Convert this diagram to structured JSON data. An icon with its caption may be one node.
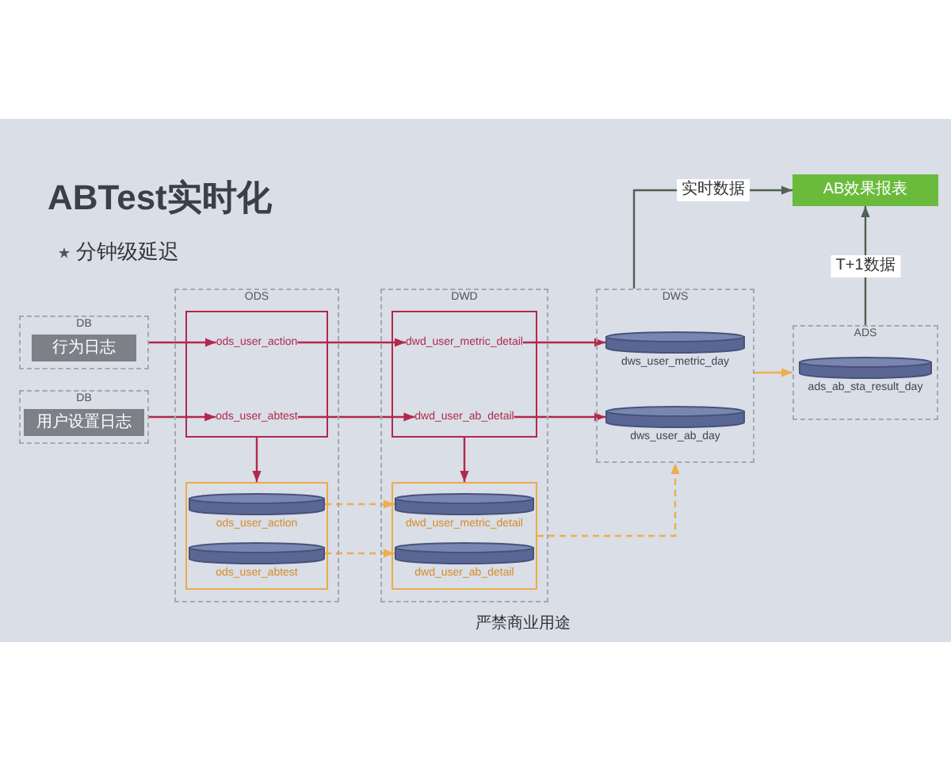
{
  "diagram": {
    "title": "ABTest实时化",
    "nodes": [
      {
        "text": [
          "DB"
        ]
      },
      {
        "text": [
          "行为日志"
        ],
        "in": 0
      },
      {
        "text": [
          "DB"
        ]
      },
      {
        "text": [
          "用户设置日志"
        ],
        "in": 2
      },
      {
        "text": [
          "ODS"
        ]
      },
      {
        "text": [],
        "shape": "box",
        "in": 4
      },
      {
        "text": [
          "ods_user_action"
        ],
        "in": 5
      },
      {
        "text": [
          "ods_user_abtest"
        ],
        "in": 5
      },
      {
        "text": [],
        "shape": "box",
        "in": 4
      },
      {
        "text": [
          "ods_user_action"
        ],
        "in": 8
      },
      {
        "text": [
          "ods_user_abtest"
        ],
        "in": 8
      },
      {
        "text": [
          "DWD"
        ]
      },
      {
        "text": [],
        "shape": "box",
        "in": 11
      },
      {
        "text": [
          "dwd_user_metric_detail"
        ],
        "in": 12
      },
      {
        "text": [
          "dwd_user_ab_detail"
        ],
        "in": 12
      },
      {
        "text": [],
        "shape": "box",
        "in": 11
      },
      {
        "text": [
          "dwd_user_metric_detail"
        ],
        "in": 15
      },
      {
        "text": [
          "dwd_user_ab_detail"
        ],
        "in": 15
      },
      {
        "text": [
          "DWS"
        ]
      },
      {
        "text": [
          "dws_user_metric_day"
        ],
        "in": 18
      },
      {
        "text": [
          "dws_user_ab_day"
        ],
        "in": 18
      },
      {
        "text": [
          "ADS"
        ]
      },
      {
        "text": [
          "ads_ab_sta_result_day"
        ],
        "in": 21
      },
      {
        "text": [
          "AB效果报表"
        ]
      }
    ],
    "edges": [
      {
        "from": 0,
        "to": 6,
        "arrow": "to"
      },
      {
        "from": 2,
        "to": 7,
        "arrow": "to"
      },
      {
        "from": 6,
        "to": 13,
        "arrow": "to"
      },
      {
        "from": 7,
        "to": 14,
        "arrow": "to"
      },
      {
        "from": 13,
        "to": 19,
        "arrow": "to"
      },
      {
        "from": 14,
        "to": 20,
        "arrow": "to"
      },
      {
        "from": 5,
        "to": 8,
        "arrow": "to"
      },
      {
        "from": 12,
        "to": 15,
        "arrow": "to"
      },
      {
        "from": 9,
        "to": 16,
        "arrow": "to",
        "style": "dashed",
        "color": "#f0ad4e"
      },
      {
        "from": 10,
        "to": 17,
        "arrow": "to",
        "style": "dashed",
        "color": "#f0ad4e"
      },
      {
        "from": 15,
        "to": 18,
        "arrow": "to",
        "style": "dashed",
        "color": "#f0ad4e"
      },
      {
        "from": 18,
        "to": 21,
        "arrow": "to",
        "color": "#f0ad4e"
      },
      {
        "from": 18,
        "to": 23,
        "arrow": "to",
        "label": "实时数据",
        "color": "#4f6150"
      },
      {
        "from": 21,
        "to": 23,
        "arrow": "to",
        "label": "T+1数据",
        "color": "#4f6150"
      }
    ],
    "labels": [
      "分钟级延迟",
      "严禁商业用途"
    ]
  }
}
